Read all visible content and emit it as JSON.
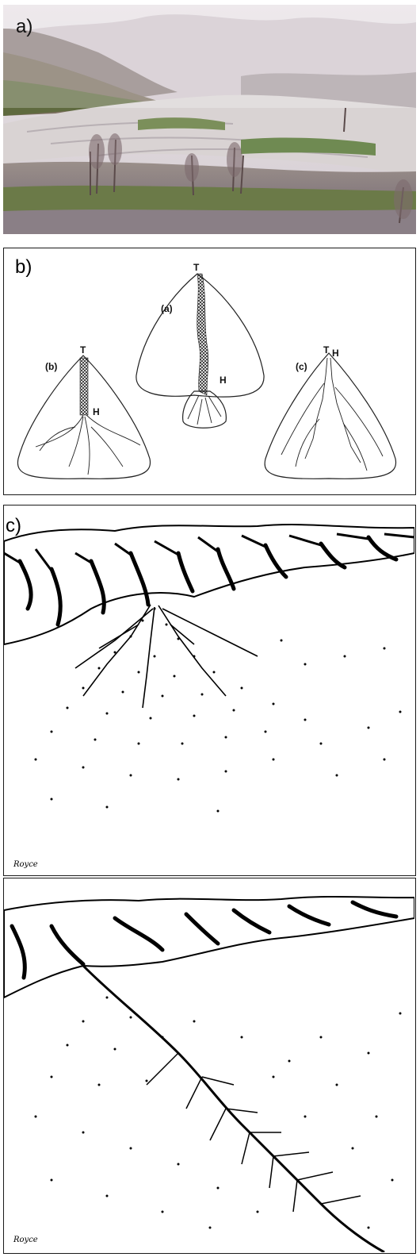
{
  "figure": {
    "panel_a": {
      "label": "a)"
    },
    "panel_b": {
      "label": "b)",
      "fans": [
        {
          "id": "(a)",
          "apex": "T",
          "hinge": "H"
        },
        {
          "id": "(b)",
          "apex": "T",
          "hinge": "H"
        },
        {
          "id": "(c)",
          "apex": "T",
          "hinge": "H"
        }
      ]
    },
    "panel_c": {
      "label": "c)",
      "signature": "Royce"
    },
    "panel_d": {
      "signature": "Royce"
    }
  }
}
